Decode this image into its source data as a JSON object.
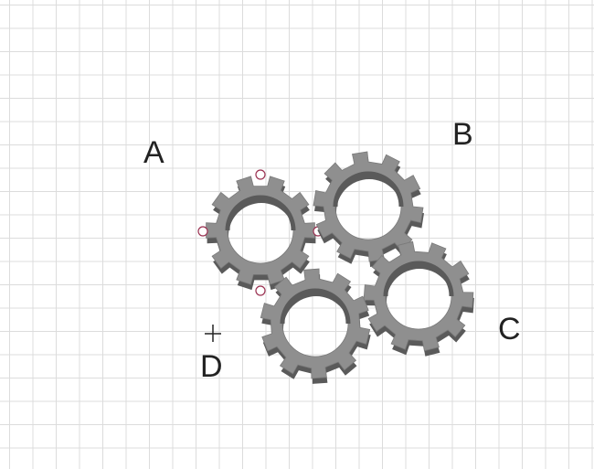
{
  "labels": {
    "a": "A",
    "b": "B",
    "c": "C",
    "d": "D"
  },
  "colors": {
    "gear_fill": "#8f8f8f",
    "gear_shadow": "#5a5a5a",
    "handle_stroke": "#9a3050",
    "grid_line": "#dcdcdc"
  },
  "gears": [
    {
      "name": "gear-top-left",
      "selected": true
    },
    {
      "name": "gear-top-right",
      "selected": false
    },
    {
      "name": "gear-bottom-right",
      "selected": false
    },
    {
      "name": "gear-bottom-middle",
      "selected": false
    }
  ],
  "icons": {
    "point_d_marker": "crosshair-icon",
    "selection_handles": "selection-handle-icon"
  }
}
